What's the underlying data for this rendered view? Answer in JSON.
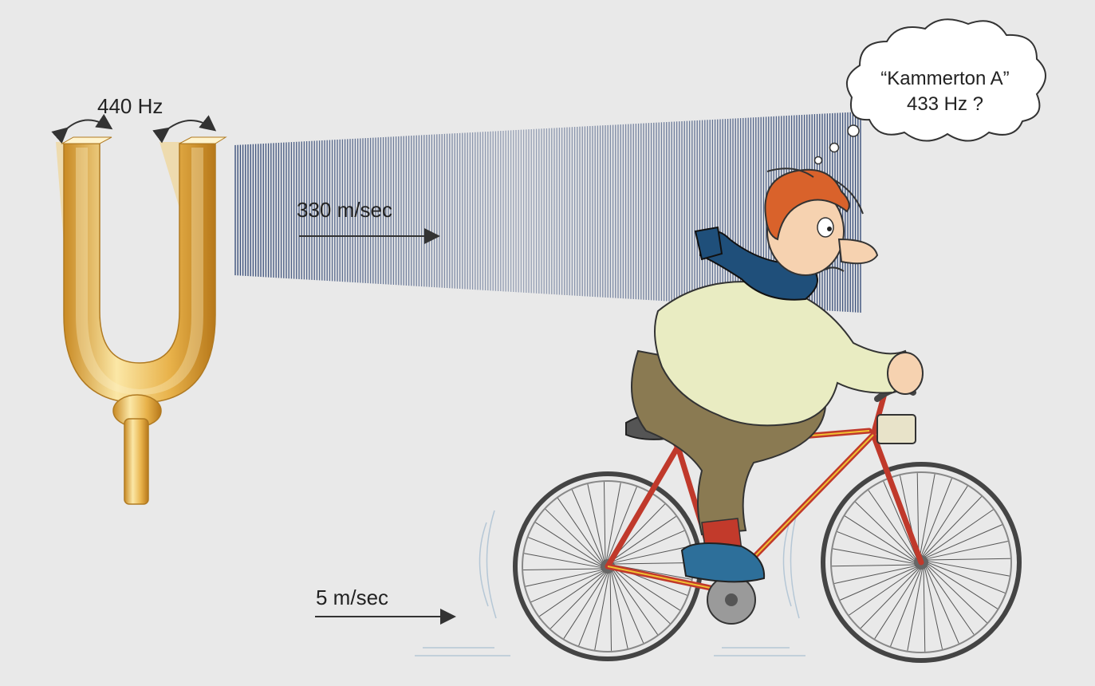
{
  "labels": {
    "frequency_source": "440 Hz",
    "sound_speed": "330 m/sec",
    "bike_speed": "5 m/sec",
    "thought_line1": "“Kammerton A”",
    "thought_line2": "433 Hz ?"
  },
  "colors": {
    "background": "#e9e9e9",
    "fork_gold": "#e8b24a",
    "fork_light": "#fbe7a6",
    "wave_blue": "#3a4f7a",
    "bike_frame": "#c0392b",
    "scarf": "#1f4f7a",
    "shirt": "#e9ecc2",
    "pants": "#8a7a52",
    "hair": "#d9622b"
  },
  "icons": [
    "tuning-fork",
    "sound-wave-band",
    "cyclist",
    "bicycle",
    "thought-cloud",
    "vibration-arrow",
    "motion-arrow"
  ]
}
